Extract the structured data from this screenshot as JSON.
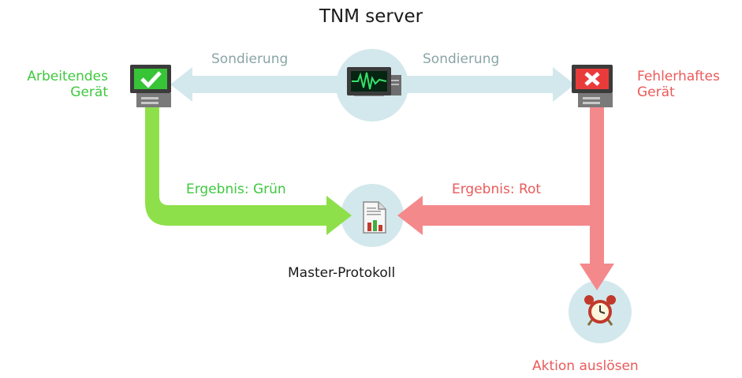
{
  "title": "TNM server",
  "probes": {
    "left": "Sondierung",
    "right": "Sondierung"
  },
  "devices": {
    "working": {
      "line1": "Arbeitendes",
      "line2": "Gerät"
    },
    "faulty": {
      "line1": "Fehlerhaftes",
      "line2": "Gerät"
    }
  },
  "results": {
    "green": "Ergebnis: Grün",
    "red": "Ergebnis: Rot"
  },
  "master_log": "Master-Protokoll",
  "trigger_action": "Aktion auslösen",
  "colors": {
    "probe_arrow": "#d3e8ec",
    "circle": "#d3e8ec",
    "green": "#3fc83f",
    "green_arrow": "#8ee04a",
    "red": "#ea5a5a",
    "red_arrow": "#f4898c"
  },
  "icons": {
    "server": "monitor-heartbeat-icon",
    "working_device": "monitor-checkmark-icon",
    "faulty_device": "monitor-x-icon",
    "master_log": "report-chart-icon",
    "action": "alarm-clock-icon"
  }
}
